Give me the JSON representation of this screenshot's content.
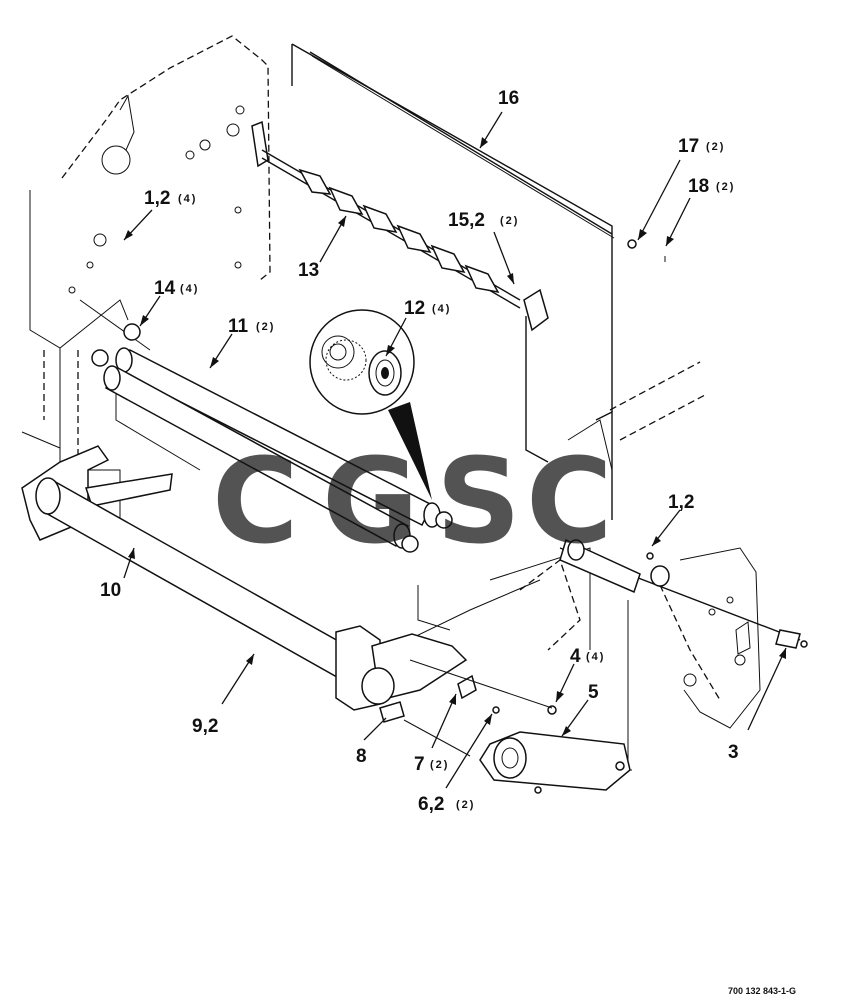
{
  "callouts": [
    {
      "id": "c16",
      "label": "16",
      "qty": ""
    },
    {
      "id": "c17",
      "label": "17",
      "qty": "(2)"
    },
    {
      "id": "c18",
      "label": "18",
      "qty": "(2)"
    },
    {
      "id": "c12a",
      "label": "1,2",
      "qty": "(4)"
    },
    {
      "id": "c152",
      "label": "15,2",
      "qty": "(2)"
    },
    {
      "id": "c13",
      "label": "13",
      "qty": ""
    },
    {
      "id": "c14",
      "label": "14",
      "qty": "(4)"
    },
    {
      "id": "c11",
      "label": "11",
      "qty": "(2)"
    },
    {
      "id": "c12",
      "label": "12",
      "qty": "(4)"
    },
    {
      "id": "c12b",
      "label": "1,2",
      "qty": ""
    },
    {
      "id": "c10",
      "label": "10",
      "qty": ""
    },
    {
      "id": "c4",
      "label": "4",
      "qty": "(4)"
    },
    {
      "id": "c5",
      "label": "5",
      "qty": ""
    },
    {
      "id": "c92",
      "label": "9,2",
      "qty": ""
    },
    {
      "id": "c8",
      "label": "8",
      "qty": ""
    },
    {
      "id": "c7",
      "label": "7",
      "qty": "(2)"
    },
    {
      "id": "c3",
      "label": "3",
      "qty": ""
    },
    {
      "id": "c62",
      "label": "6,2",
      "qty": "(2)"
    }
  ],
  "drawing_number": "700 132 843-1-G",
  "watermark": {
    "letters": [
      "C",
      "G",
      "S",
      "C"
    ],
    "colors": [
      "#4f8ef7",
      "#ec5b55",
      "#f9cf45",
      "#3fa86a"
    ]
  }
}
